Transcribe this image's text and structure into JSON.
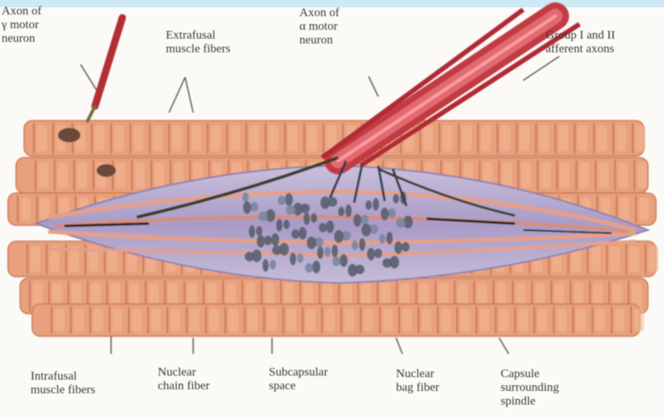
{
  "diagram": {
    "colors": {
      "muscle_fiber": "#e9a07c",
      "muscle_fiber_shade": "#c97858",
      "capsule": "#b3a6cc",
      "nerve_red": "#c4343c",
      "nerve_dark": "#3a3a2a",
      "nucleus": "#5a5f6e",
      "background": "#fbfaf7",
      "top_band": "#cfe8f6"
    },
    "labels": {
      "gamma_axon": "Axon of\nγ motor\nneuron",
      "extrafusal_top": "Extrafusal\nmuscle fibers",
      "alpha_axon": "Axon of\nα motor\nneuron",
      "afferent": "Group I and II\nafferent axons",
      "intrafusal": "Intrafusal\nmuscle fibers",
      "nuclear_chain": "Nuclear\nchain fiber",
      "subcapsular": "Subcapsular\nspace",
      "nuclear_bag": "Nuclear\nbag fiber",
      "capsule": "Capsule\nsurrounding\nspindle"
    }
  }
}
